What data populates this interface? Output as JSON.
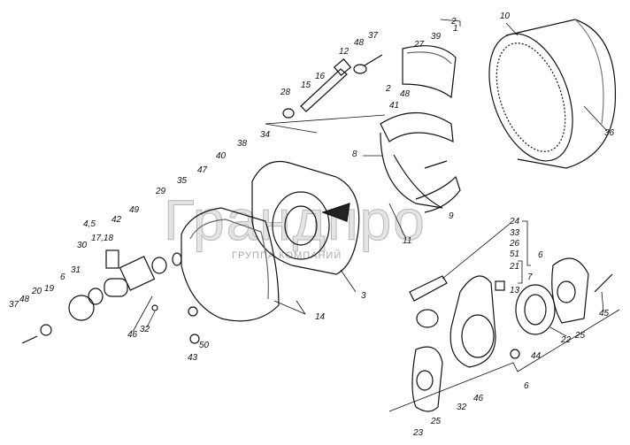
{
  "diagram": {
    "watermark": {
      "brand": "Грандпро",
      "subtitle": "ГРУППА КОМПАНИЙ"
    },
    "labels": [
      "10",
      "2",
      "39",
      "1",
      "27",
      "37",
      "48",
      "12",
      "16",
      "15",
      "28",
      "2",
      "48",
      "41",
      "8",
      "34",
      "38",
      "36",
      "40",
      "47",
      "35",
      "29",
      "49",
      "42",
      "4,5",
      "17,18",
      "30",
      "31",
      "6",
      "20",
      "19",
      "48",
      "37",
      "46",
      "32",
      "11",
      "9",
      "3",
      "14",
      "50",
      "43",
      "24",
      "33",
      "26",
      "51",
      "21",
      "7",
      "6",
      "13",
      "22",
      "25",
      "45",
      "44",
      "6",
      "46",
      "32",
      "25",
      "23"
    ]
  }
}
